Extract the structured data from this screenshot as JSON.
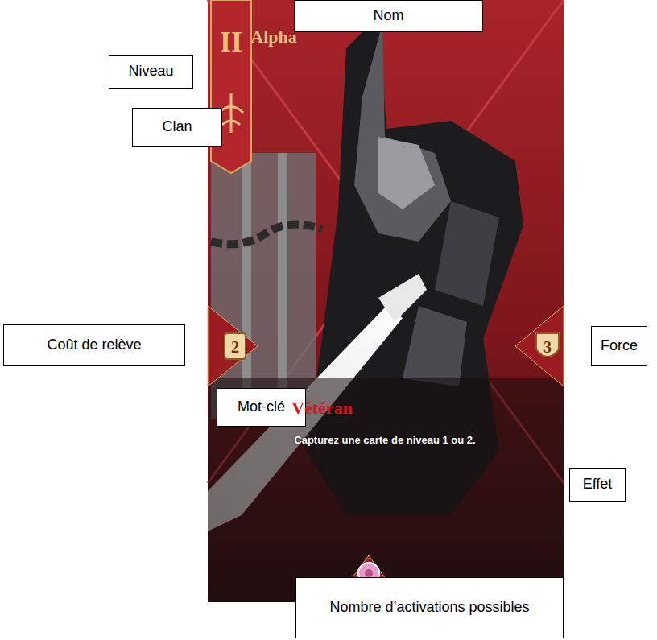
{
  "diagram": {
    "nodes": [
      {
        "text": [
          "Nom"
        ]
      },
      {
        "text": [
          "Niveau"
        ]
      },
      {
        "text": [
          "Clan"
        ]
      },
      {
        "text": [
          "Coût de relève"
        ]
      },
      {
        "text": [
          "Force"
        ]
      },
      {
        "text": [
          "Mot-clé"
        ]
      },
      {
        "text": [
          "Effet"
        ]
      },
      {
        "text": [
          "Nombre d’activations possibles"
        ]
      }
    ],
    "labels": [
      "II",
      "Alpha",
      "2",
      "3",
      "Vétéran",
      "Capturez une carte de niveau 1 ou 2."
    ]
  }
}
